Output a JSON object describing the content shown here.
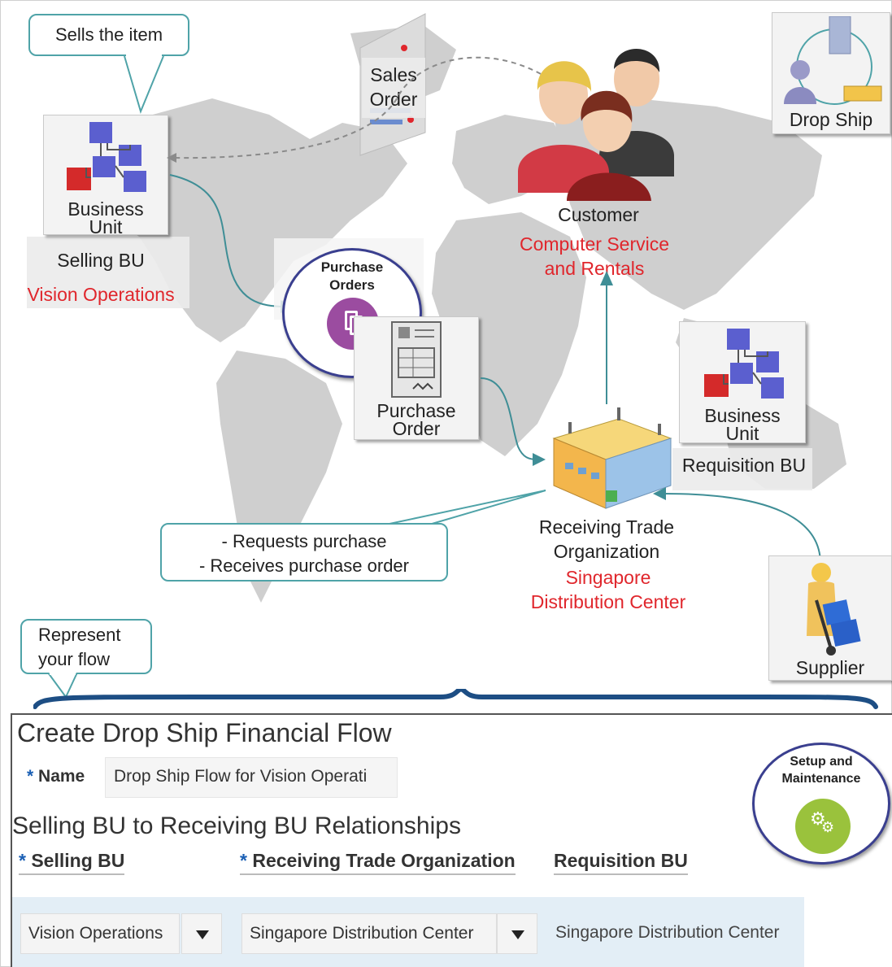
{
  "diagram": {
    "callout_sells": "Sells the item",
    "sales_order_label": [
      "Sales",
      "Order"
    ],
    "drop_ship_label": "Drop Ship",
    "selling_tile_label": [
      "Business",
      "Unit"
    ],
    "selling_bu_label": "Selling BU",
    "selling_bu_value": "Vision Operations",
    "purchase_orders_circle": [
      "Purchase",
      "Orders"
    ],
    "purchase_order_tile": [
      "Purchase",
      "Order"
    ],
    "customer_label": "Customer",
    "customer_value": [
      "Computer Service",
      "and Rentals"
    ],
    "requisition_tile_label": [
      "Business",
      "Unit"
    ],
    "requisition_bu_label": "Requisition BU",
    "callout_requests": [
      "- Requests purchase",
      "- Receives purchase order"
    ],
    "receiving_label": [
      "Receiving Trade",
      "Organization"
    ],
    "receiving_value": [
      "Singapore",
      "Distribution Center"
    ],
    "supplier_label": "Supplier",
    "callout_represent": [
      "Represent",
      "your flow"
    ]
  },
  "form": {
    "title": "Create Drop Ship Financial Flow",
    "required_marker": "*",
    "name_label": "Name",
    "name_value": "Drop Ship Flow for Vision Operati",
    "section_title": "Selling BU to Receiving BU Relationships",
    "columns": [
      "Selling BU",
      "Receiving Trade Organization",
      "Requisition BU"
    ],
    "row": {
      "selling_bu": "Vision Operations",
      "receiving_org": "Singapore Distribution Center",
      "requisition_bu": "Singapore Distribution Center"
    },
    "setup_button": [
      "Setup and",
      "Maintenance"
    ]
  },
  "colors": {
    "accent_teal": "#4fa3a8",
    "highlight_red": "#e0262c",
    "circle_border": "#3a3f8f",
    "required_blue": "#1a5fb4",
    "row_bg": "#e3eef6"
  }
}
